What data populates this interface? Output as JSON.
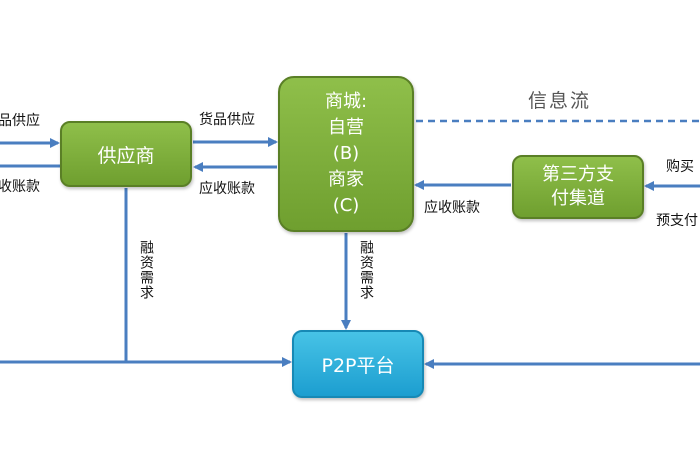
{
  "nodes": {
    "supplier": "供应商",
    "mall": [
      "商城:",
      "自营",
      "(B)",
      "商家",
      "(C)"
    ],
    "third_party": [
      "第三方支",
      "付集道"
    ],
    "p2p": "P2P平台"
  },
  "labels": {
    "left_supply": "品供应",
    "left_receivable": "收账款",
    "goods_supply": "货品供应",
    "receivable_1": "应收账款",
    "receivable_2": "应收账款",
    "info_flow": "信息流",
    "buy": "购买",
    "prepay": "预支付",
    "financing_1": "融资需求",
    "financing_2": "融资需求"
  },
  "colors": {
    "green_box": "#7aab38",
    "blue_box": "#2ab0dc",
    "arrow": "#4a7ec0"
  }
}
